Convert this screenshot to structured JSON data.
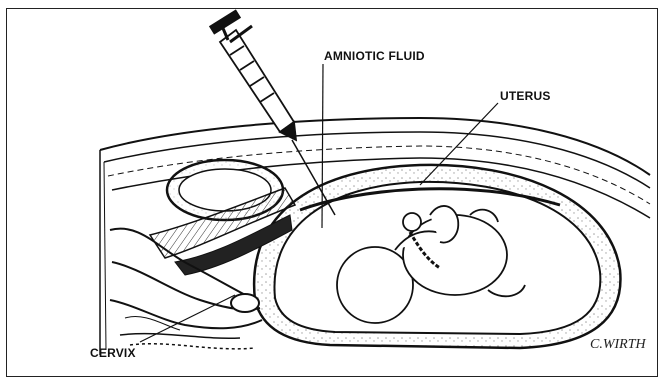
{
  "labels": {
    "amniotic_fluid": "AMNIOTIC FLUID",
    "uterus": "UTERUS",
    "cervix": "CERVIX"
  },
  "signature": "C.WIRTH",
  "figure_type": "amniocentesis illustration"
}
